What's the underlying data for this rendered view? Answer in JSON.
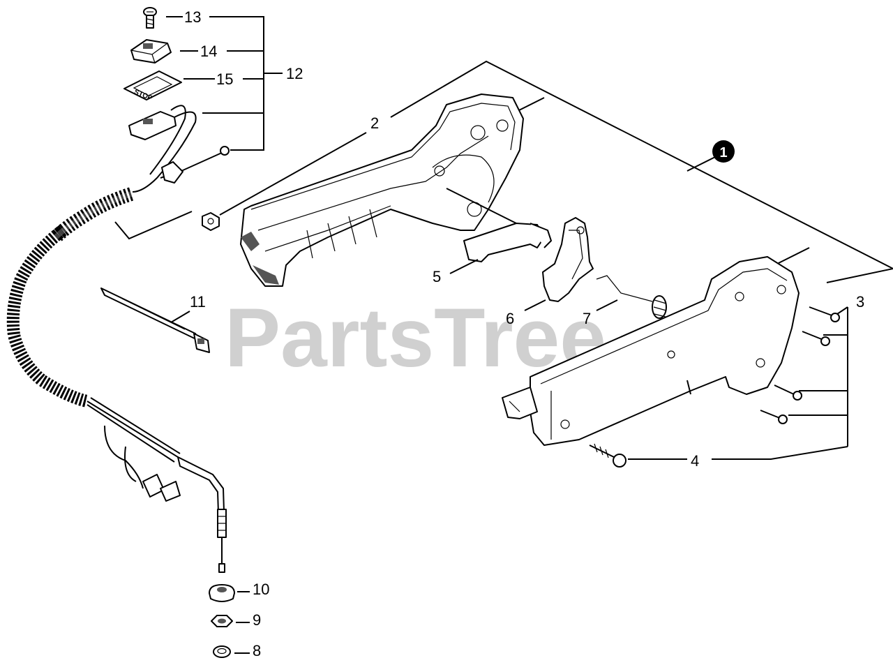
{
  "watermark": "PartsTree",
  "callouts": {
    "c1": "1",
    "c2": "2",
    "c3": "3",
    "c4": "4",
    "c5": "5",
    "c6": "6",
    "c7": "7",
    "c8": "8",
    "c9": "9",
    "c10": "10",
    "c11": "11",
    "c12": "12",
    "c13": "13",
    "c14": "14",
    "c15": "15"
  },
  "stop_plate_text": "STOP"
}
